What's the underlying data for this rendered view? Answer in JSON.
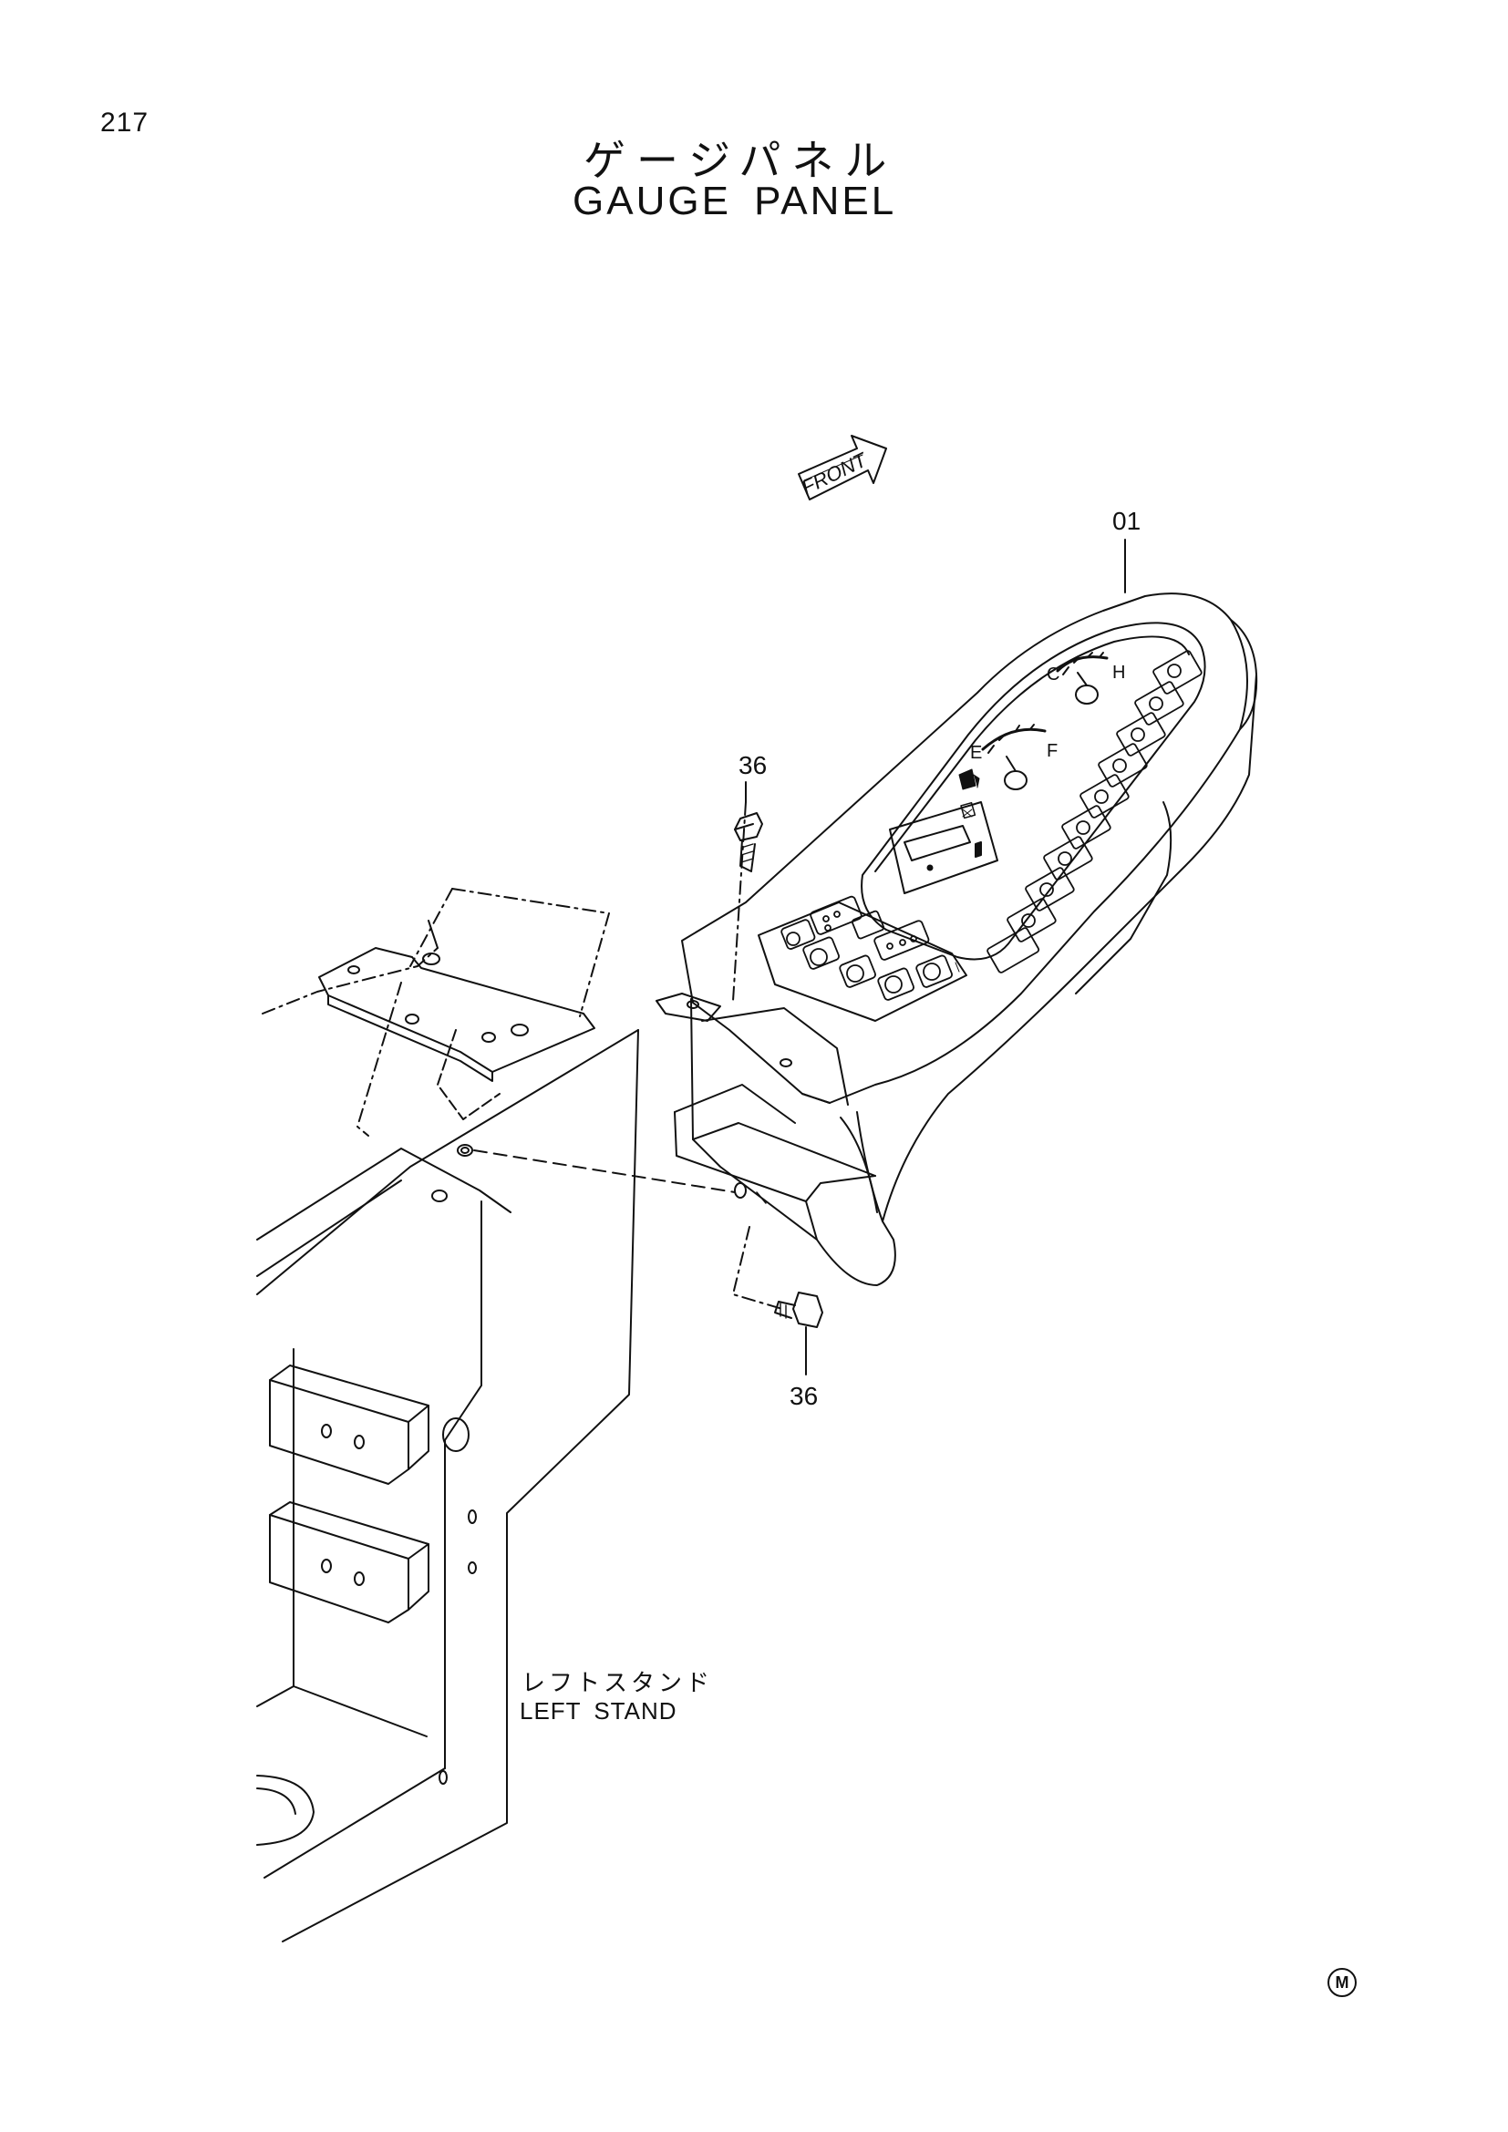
{
  "page": {
    "number": "217"
  },
  "title": {
    "japanese": "ゲージパネル",
    "english": "GAUGE PANEL"
  },
  "direction_marker": {
    "label": "FRONT"
  },
  "callouts": {
    "gauge_panel": "01",
    "bolt_upper": "36",
    "bolt_lower": "36"
  },
  "gauges": {
    "temperature": {
      "low": "C",
      "high": "H"
    },
    "fuel": {
      "low": "E",
      "high": "F"
    }
  },
  "part_labels": {
    "left_stand_japanese": "レフトスタンド",
    "left_stand_english": "LEFT STAND"
  },
  "footer": {
    "mark": "M"
  }
}
